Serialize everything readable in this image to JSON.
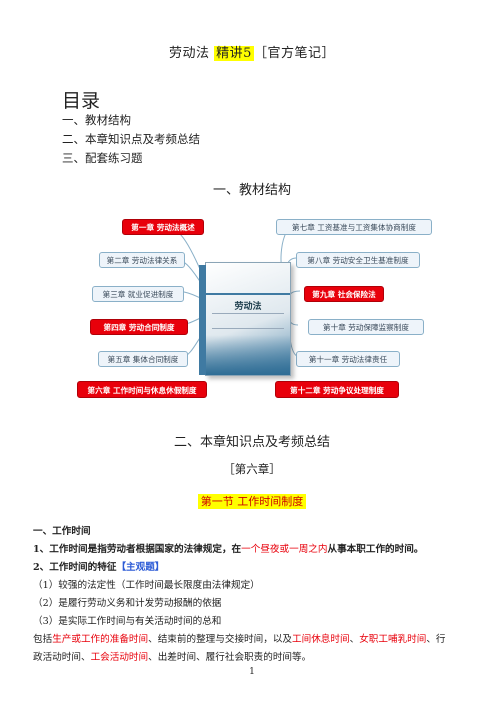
{
  "header": {
    "title_prefix": "劳动法",
    "title_highlight": "精讲5",
    "title_suffix": "［官方笔记］"
  },
  "toc": {
    "heading": "目录",
    "items": [
      "一、教材结构",
      "二、本章知识点及考频总结",
      "三、配套练习题"
    ]
  },
  "sections": {
    "structure_heading": "一、教材结构",
    "summary_heading": "二、本章知识点及考频总结",
    "chapter_label": "［第六章］",
    "subsection_title": "第一节  工作时间制度"
  },
  "mindmap": {
    "left_nodes": [
      {
        "label": "第一章  劳动法概述",
        "highlight": true
      },
      {
        "label": "第二章  劳动法律关系",
        "highlight": false
      },
      {
        "label": "第三章  就业促进制度",
        "highlight": false
      },
      {
        "label": "第四章  劳动合同制度",
        "highlight": true
      },
      {
        "label": "第五章  集体合同制度",
        "highlight": false
      },
      {
        "label": "第六章  工作时间与休息休假制度",
        "highlight": true
      }
    ],
    "right_nodes": [
      {
        "label": "第七章  工资基准与工资集体协商制度",
        "highlight": false
      },
      {
        "label": "第八章  劳动安全卫生基准制度",
        "highlight": false
      },
      {
        "label": "第九章  社会保险法",
        "highlight": true
      },
      {
        "label": "第十章  劳动保障监察制度",
        "highlight": false
      },
      {
        "label": "第十一章  劳动法律责任",
        "highlight": false
      },
      {
        "label": "第十二章  劳动争议处理制度",
        "highlight": true
      }
    ],
    "book": {
      "title": "劳动法"
    }
  },
  "content": {
    "h1": "一、工作时间",
    "p1_pre": "1、工作时间是指劳动者根据国家的法律规定，在",
    "p1_red": "一个昼夜或一周之内",
    "p1_post": "从事本职工作的时间。",
    "h2": "2、工作时间的特征",
    "h2_tag": "【主观题】",
    "f1": "（1）较强的法定性（工作时间最长限度由法律规定）",
    "f2": "（2）是履行劳动义务和计发劳动报酬的依据",
    "f3": "（3）是实际工作时间与有关活动时间的总和",
    "inc_1": "包括",
    "inc_2": "生产或工作的准备时间",
    "inc_3": "、结束前的整理与交接时间，以及",
    "inc_4": "工间休息时间",
    "inc_5": "、",
    "inc_6": "女职工哺乳时间",
    "inc_7": "、行",
    "inc2_1": "政活动时间、",
    "inc2_2": "工会活动时间",
    "inc2_3": "、出差时间、履行社会职责的时间等。"
  },
  "footer": {
    "page_number": "1"
  }
}
